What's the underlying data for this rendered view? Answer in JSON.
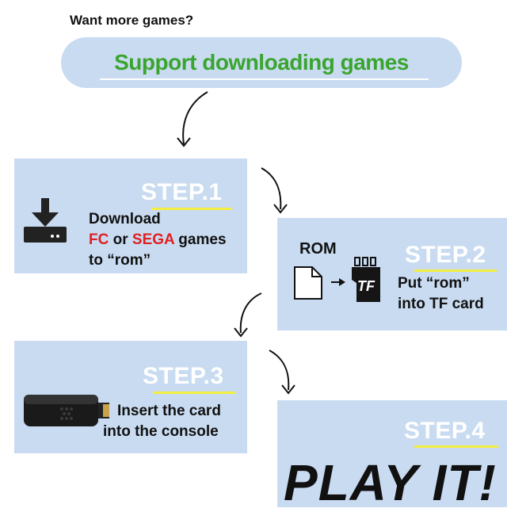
{
  "header": {
    "question": "Want more games?",
    "banner": "Support downloading games"
  },
  "steps": [
    {
      "label": "STEP.1",
      "line1": "Download",
      "line2_a": "FC",
      "line2_b": " or ",
      "line2_c": "SEGA",
      "line2_d": " games",
      "line3": "to “rom”"
    },
    {
      "label": "STEP.2",
      "rom": "ROM",
      "tf": "TF",
      "line1": "Put “rom”",
      "line2": "into TF card"
    },
    {
      "label": "STEP.3",
      "line1": "Insert the card",
      "line2": "into the console"
    },
    {
      "label": "STEP.4",
      "play": "PLAY IT!"
    }
  ],
  "colors": {
    "box": "#c9dbf1",
    "banner_text": "#3aa52e",
    "highlight": "#f2ef40",
    "red": "#e02020"
  },
  "icons": [
    "download-icon",
    "file-icon",
    "arrow-right-icon",
    "tf-card-icon",
    "console-stick-icon",
    "curved-arrow-icon"
  ]
}
